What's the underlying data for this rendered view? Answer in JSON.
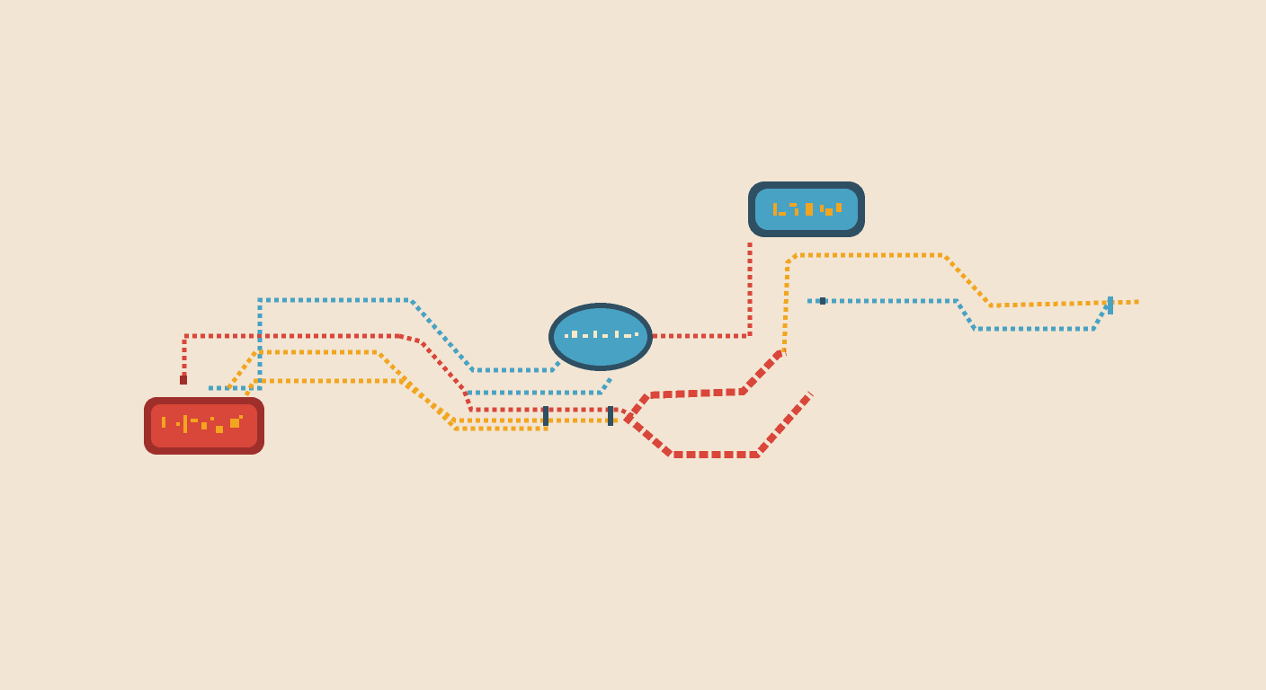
{
  "diagram": {
    "background": "#f2e5d3",
    "palette": {
      "red": "#d9463a",
      "dark_red": "#9e2f2a",
      "blue": "#48a2c4",
      "dark_blue": "#2f4f63",
      "orange": "#f2a51f",
      "cream": "#fbe9c8"
    },
    "nodes": [
      {
        "id": "node-red",
        "color": "red",
        "glyph_color": "orange",
        "shape": "pixel-pill",
        "label_legible": false
      },
      {
        "id": "node-blue-center",
        "color": "blue",
        "glyph_color": "cream",
        "shape": "pixel-ellipse",
        "label_legible": false
      },
      {
        "id": "node-blue-top",
        "color": "blue",
        "glyph_color": "orange",
        "shape": "pixel-pill",
        "label_legible": false
      }
    ],
    "connectors": [
      {
        "id": "red-stub-left",
        "color": "red",
        "style": "dotted"
      },
      {
        "id": "blue-upper-left",
        "color": "blue",
        "style": "dotted"
      },
      {
        "id": "orange-upper-left",
        "color": "orange",
        "style": "dotted"
      },
      {
        "id": "orange-lower-left",
        "color": "orange",
        "style": "dotted"
      },
      {
        "id": "red-left-to-center",
        "color": "red",
        "style": "dotted"
      },
      {
        "id": "blue-lower-center",
        "color": "blue",
        "style": "dotted"
      },
      {
        "id": "red-center-to-top",
        "color": "red",
        "style": "dotted"
      },
      {
        "id": "orange-top-right",
        "color": "orange",
        "style": "dotted"
      },
      {
        "id": "blue-right",
        "color": "blue",
        "style": "dotted"
      },
      {
        "id": "red-lower-loop",
        "color": "red",
        "style": "dashed"
      }
    ]
  }
}
